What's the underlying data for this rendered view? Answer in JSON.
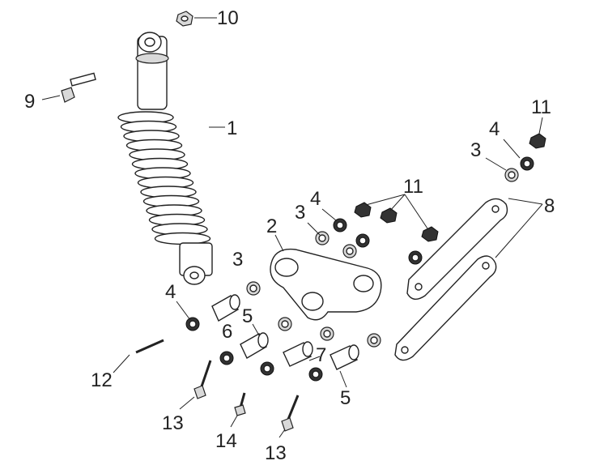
{
  "labels": {
    "l1": "1",
    "l2": "2",
    "l3a": "3",
    "l3b": "3",
    "l3c": "3",
    "l4a": "4",
    "l4b": "4",
    "l4c": "4",
    "l5a": "5",
    "l5b": "5",
    "l6": "6",
    "l7": "7",
    "l8": "8",
    "l9": "9",
    "l10": "10",
    "l11a": "11",
    "l11b": "11",
    "l12": "12",
    "l13a": "13",
    "l13b": "13",
    "l14": "14"
  }
}
